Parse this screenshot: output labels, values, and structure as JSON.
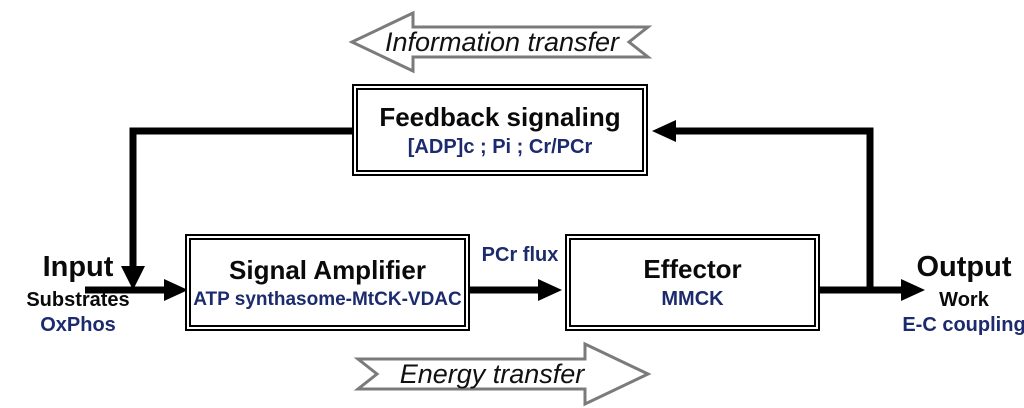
{
  "colors": {
    "background": "#ffffff",
    "line_black": "#000000",
    "text_black": "#0a0a0a",
    "accent_navy": "#1c2b6d",
    "hollow_arrow_gray": "#7b7b7b"
  },
  "flow_labels": {
    "information_transfer": "Information transfer",
    "energy_transfer": "Energy transfer",
    "pcr_flux": "PCr flux"
  },
  "nodes": {
    "feedback": {
      "title": "Feedback signaling",
      "subtitle": "[ADP]c ; Pi ; Cr/PCr"
    },
    "amplifier": {
      "title": "Signal Amplifier",
      "subtitle": "ATP synthasome-MtCK-VDAC"
    },
    "effector": {
      "title": "Effector",
      "subtitle": "MMCK"
    }
  },
  "input": {
    "title": "Input",
    "line1": "Substrates",
    "line2": "OxPhos"
  },
  "output": {
    "title": "Output",
    "line1": "Work",
    "line2": "E-C coupling"
  }
}
